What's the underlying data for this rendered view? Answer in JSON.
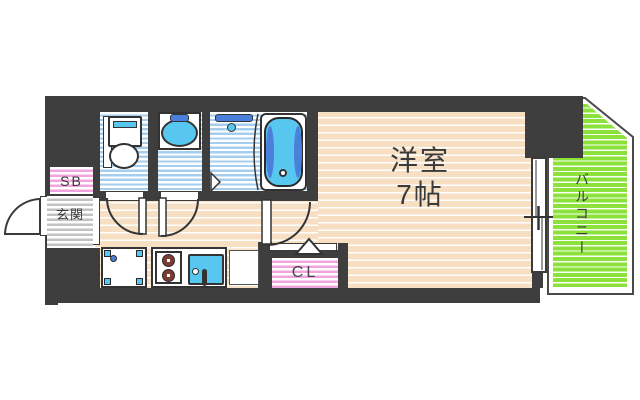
{
  "plan": {
    "type": "apartment-floor-plan",
    "rooms": {
      "main_room": {
        "name": "洋室",
        "size": "7帖"
      },
      "balcony": {
        "name": "バルコニー"
      },
      "entrance": {
        "name": "玄関"
      },
      "shoe_box": {
        "name": "SB"
      },
      "closet": {
        "name": "CL"
      }
    },
    "colors": {
      "wall": "#3e3e3e",
      "floor": "#f6dfc2",
      "wet_floor_stripe": "#a5cdee",
      "balcony_green": "#8de13b",
      "closet_pink": "#f2a4de",
      "entrance_gray": "#c2c2c2",
      "fixture_blue": "#58c7f0",
      "fixture_blue_dark": "#4a7fdc"
    }
  }
}
